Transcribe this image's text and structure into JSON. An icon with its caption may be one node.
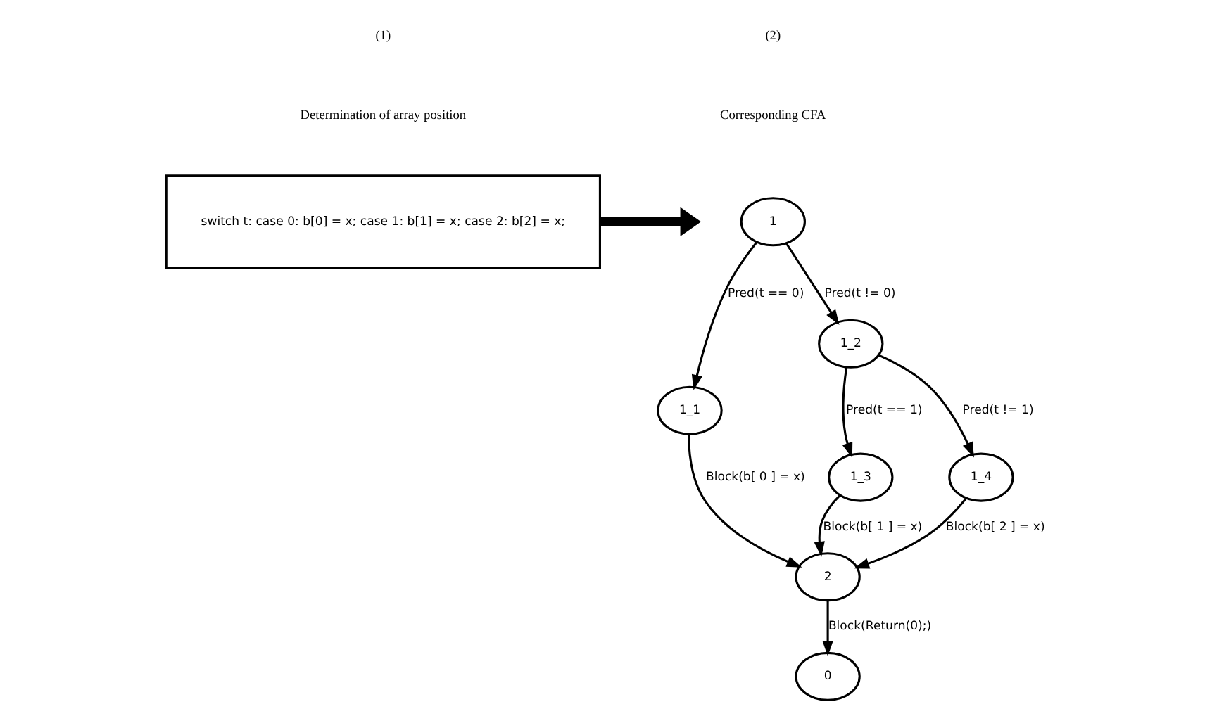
{
  "diagram": {
    "nodes": [
      {
        "text": [
          "switch t: case 0: b[0] = x; case 1: b[1] = x; case 2: b[2] = x;"
        ]
      },
      {
        "text": [
          "1"
        ]
      },
      {
        "text": [
          "1_1"
        ]
      },
      {
        "text": [
          "1_2"
        ]
      },
      {
        "text": [
          "1_3"
        ]
      },
      {
        "text": [
          "1_4"
        ]
      },
      {
        "text": [
          "2"
        ]
      },
      {
        "text": [
          "0"
        ]
      }
    ],
    "edges": [
      {
        "from": 0,
        "to": null,
        "arrow": "to",
        "style": "thick"
      },
      {
        "from": 1,
        "to": 2,
        "arrow": "to",
        "label": "Pred(t == 0)"
      },
      {
        "from": 1,
        "to": 3,
        "arrow": "to",
        "label": "Pred(t != 0)"
      },
      {
        "from": 3,
        "to": 4,
        "arrow": "to",
        "label": "Pred(t == 1)"
      },
      {
        "from": 3,
        "to": 5,
        "arrow": "to",
        "label": "Pred(t != 1)"
      },
      {
        "from": 2,
        "to": 6,
        "arrow": "to",
        "label": "Block(b[ 0 ] = x)"
      },
      {
        "from": 4,
        "to": 6,
        "arrow": "to",
        "label": "Block(b[ 1 ] = x)"
      },
      {
        "from": 5,
        "to": 6,
        "arrow": "to",
        "label": "Block(b[ 2 ] = x)"
      },
      {
        "from": 6,
        "to": 7,
        "arrow": "to",
        "label": "Block(Return(0);)"
      }
    ],
    "labels": [
      "(2)",
      "Corresponding CFA",
      "(1)",
      "Determination of array position"
    ]
  }
}
